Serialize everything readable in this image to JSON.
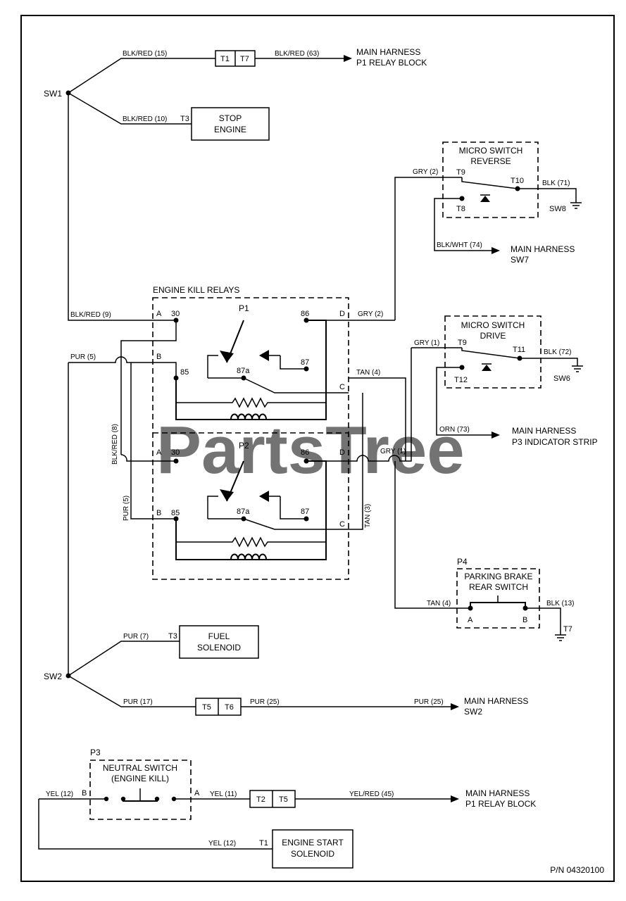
{
  "watermark": "PartsTree",
  "part_number": "P/N 04320100",
  "switches": {
    "sw1": "SW1",
    "sw2": "SW2"
  },
  "wires": {
    "blk_red_15": "BLK/RED (15)",
    "blk_red_63": "BLK/RED (63)",
    "blk_red_10": "BLK/RED (10)",
    "gry_2_top": "GRY (2)",
    "blk_71": "BLK (71)",
    "blk_wht_74": "BLK/WHT (74)",
    "blk_red_9": "BLK/RED (9)",
    "gry_2_relay": "GRY (2)",
    "pur_5_top": "PUR (5)",
    "tan_4_relay": "TAN (4)",
    "gry_1_top": "GRY (1)",
    "blk_72": "BLK (72)",
    "orn_73": "ORN (73)",
    "blk_red_8": "BLK/RED (8)",
    "gry_1_mid": "GRY (1)",
    "pur_5_side": "PUR (5)",
    "tan_3": "TAN (3)",
    "tan_4_brake": "TAN (4)",
    "blk_13": "BLK (13)",
    "pur_7": "PUR (7)",
    "pur_17": "PUR (17)",
    "pur_25_a": "PUR (25)",
    "pur_25_b": "PUR (25)",
    "yel_12_left": "YEL (12)",
    "yel_11": "YEL (11)",
    "yel_red_45": "YEL/RED (45)",
    "yel_12_bottom": "YEL (12)"
  },
  "components": {
    "stop_engine": [
      "STOP",
      "ENGINE"
    ],
    "micro_reverse": [
      "MICRO SWITCH",
      "REVERSE"
    ],
    "micro_drive": [
      "MICRO SWITCH",
      "DRIVE"
    ],
    "engine_kill_relays": "ENGINE KILL RELAYS",
    "p1": "P1",
    "p2": "P2",
    "p3": "P3",
    "p4": "P4",
    "parking_brake": [
      "PARKING BRAKE",
      "REAR SWITCH"
    ],
    "fuel_solenoid": [
      "FUEL",
      "SOLENOID"
    ],
    "neutral_switch": [
      "NEUTRAL SWITCH",
      "(ENGINE KILL)"
    ],
    "engine_start_solenoid": [
      "ENGINE START",
      "SOLENOID"
    ]
  },
  "destinations": {
    "main_p1_relay_top": [
      "MAIN HARNESS",
      "P1 RELAY BLOCK"
    ],
    "main_sw7": [
      "MAIN HARNESS",
      "SW7"
    ],
    "main_p3_indicator": [
      "MAIN HARNESS",
      "P3 INDICATOR STRIP"
    ],
    "main_sw2": [
      "MAIN HARNESS",
      "SW2"
    ],
    "main_p1_relay_bottom": [
      "MAIN HARNESS",
      "P1 RELAY BLOCK"
    ]
  },
  "terminals": {
    "t1_top": "T1",
    "t7_top": "T7",
    "t3_stop": "T3",
    "t9_rev": "T9",
    "t8_rev": "T8",
    "t10": "T10",
    "sw8": "SW8",
    "t9_drive": "T9",
    "t12": "T12",
    "t11": "T11",
    "sw6": "SW6",
    "p1_a": "A",
    "p1_30": "30",
    "p1_86": "86",
    "p1_d": "D",
    "p1_b": "B",
    "p1_85": "85",
    "p1_87a": "87a",
    "p1_87": "87",
    "p1_c": "C",
    "p2_a": "A",
    "p2_30": "30",
    "p2_86": "86",
    "p2_d": "D",
    "p2_b": "B",
    "p2_85": "85",
    "p2_87a": "87a",
    "p2_87": "87",
    "p2_c": "C",
    "p4_a": "A",
    "p4_b": "B",
    "t7_brake": "T7",
    "t3_fuel": "T3",
    "t5": "T5",
    "t6": "T6",
    "p3_b": "B",
    "p3_a": "A",
    "t2": "T2",
    "t5_b": "T5",
    "t1_start": "T1"
  }
}
